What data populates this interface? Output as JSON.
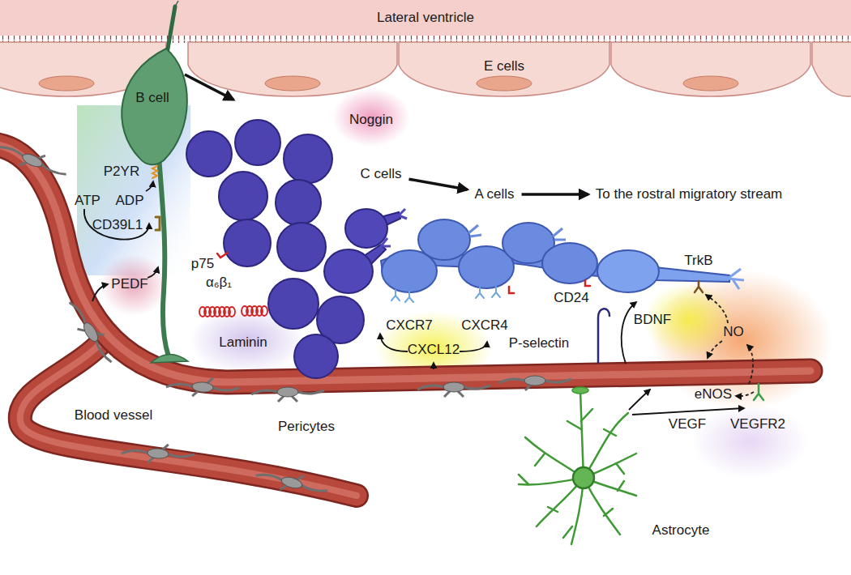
{
  "diagram": {
    "nodes": [
      {
        "text": [
          "Lateral ventricle"
        ]
      },
      {
        "text": [
          "B cell"
        ]
      },
      {
        "text": [
          "C cells"
        ]
      },
      {
        "text": [
          "A cells"
        ]
      },
      {
        "text": [
          "To the rostral migratory stream"
        ]
      }
    ],
    "edges": [
      {
        "from": 2,
        "to": 3,
        "arrow": "to"
      },
      {
        "from": 3,
        "to": 4,
        "arrow": "to"
      }
    ],
    "labels": [
      "E cells",
      "Noggin",
      "P2YR",
      "ATP",
      "ADP",
      "CD39L1",
      "p75",
      "PEDF",
      "α₆β₁",
      "Laminin",
      "CXCR7",
      "CXCL12",
      "CXCR4",
      "CD24",
      "P-selectin",
      "TrkB",
      "BDNF",
      "NO",
      "eNOS",
      "VEGF",
      "VEGFR2",
      "Blood vessel",
      "Pericytes",
      "Astrocyte"
    ]
  }
}
